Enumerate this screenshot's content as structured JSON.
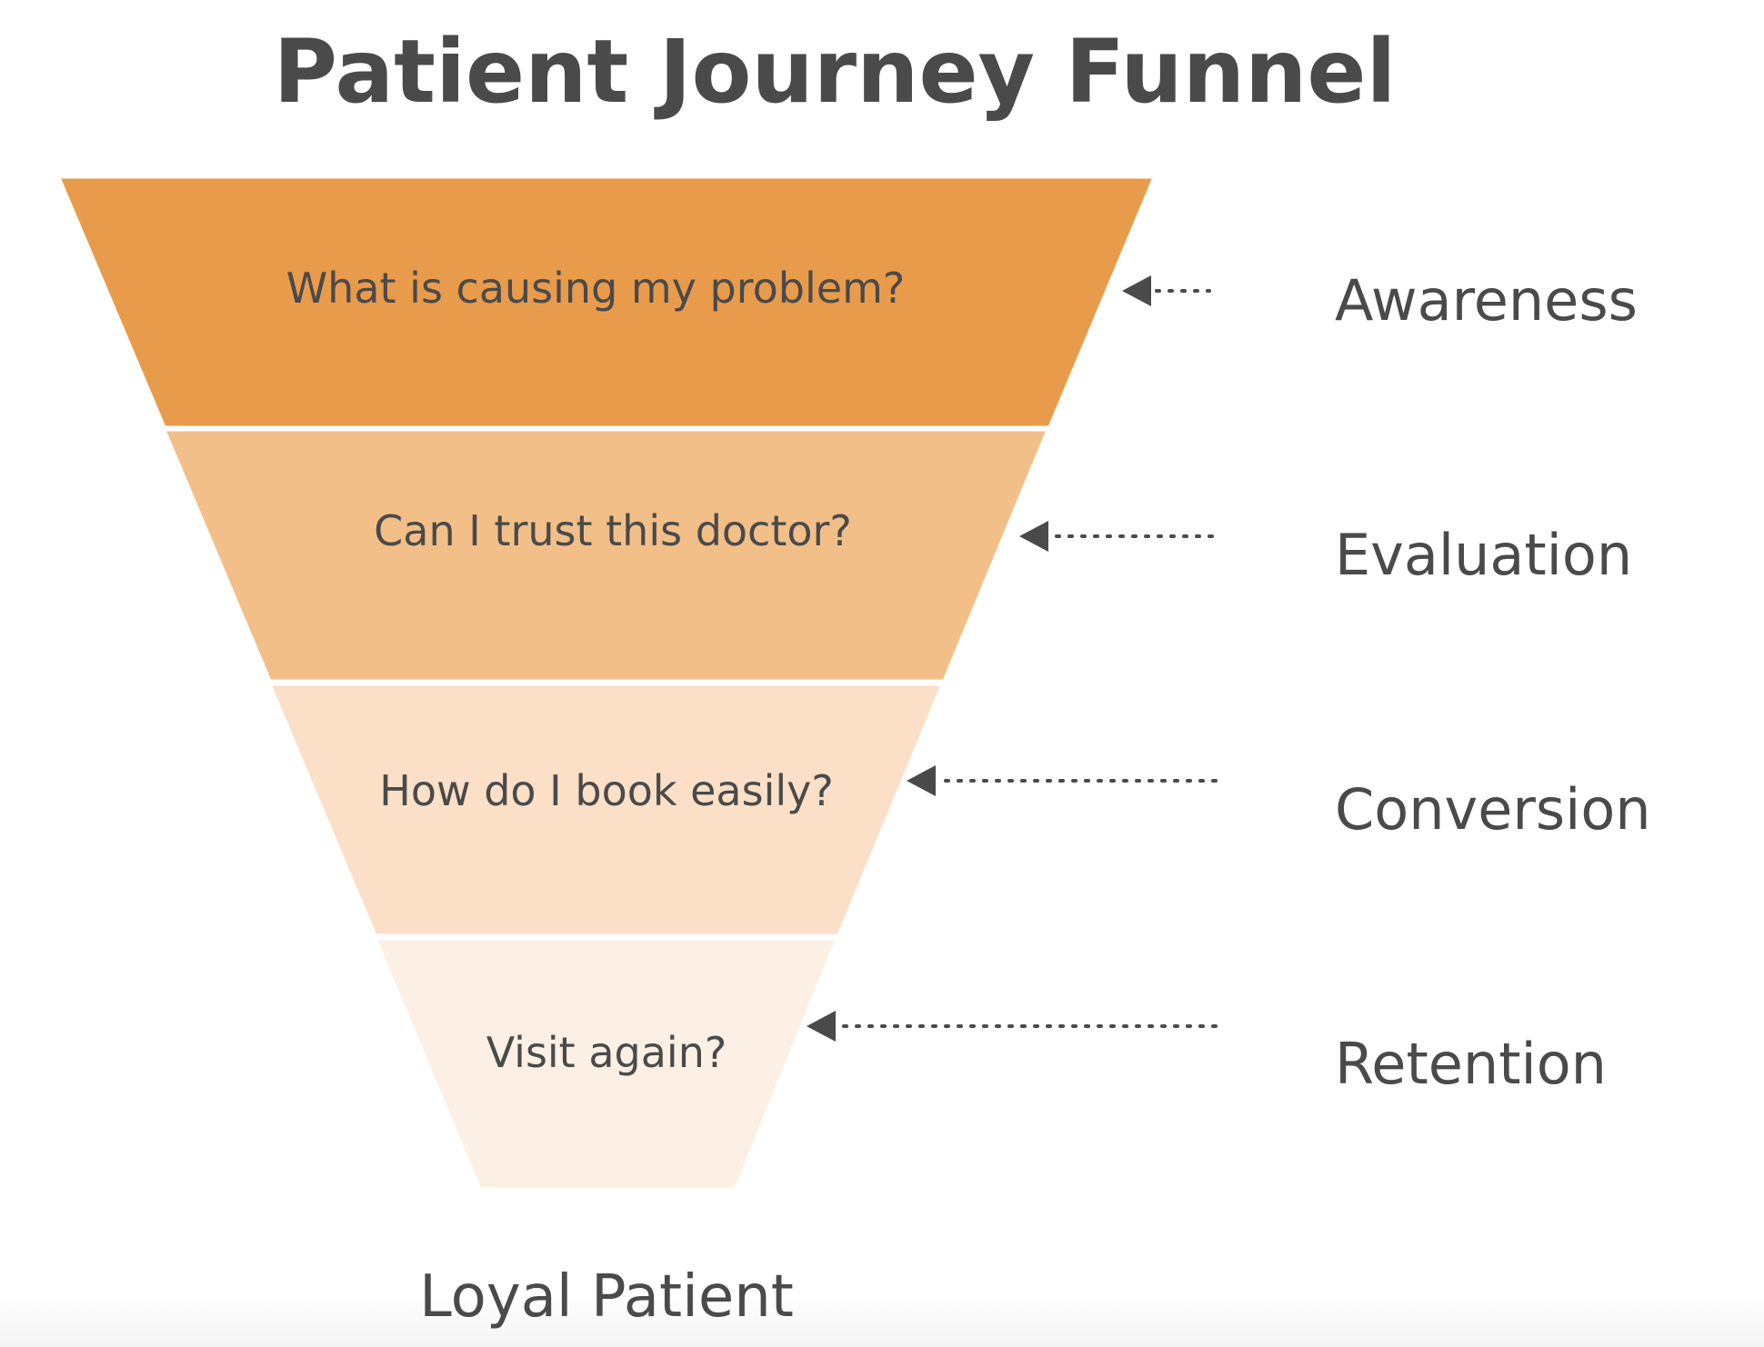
{
  "title": "Patient Journey Funnel",
  "funnel": {
    "stages": [
      {
        "question": "What is causing my problem?",
        "label": "Awareness",
        "color": "#E99B4C"
      },
      {
        "question": "Can I trust this doctor?",
        "label": "Evaluation",
        "color": "#F3BF89"
      },
      {
        "question": "How do I book easily?",
        "label": "Conversion",
        "color": "#FBDFC7"
      },
      {
        "question": "Visit again?",
        "label": "Retention",
        "color": "#FCF0E4"
      }
    ],
    "outcome": "Loyal Patient"
  },
  "colors": {
    "text": "#4a4a4a",
    "arrow": "#4a4a4a",
    "divider": "#ffffff"
  }
}
